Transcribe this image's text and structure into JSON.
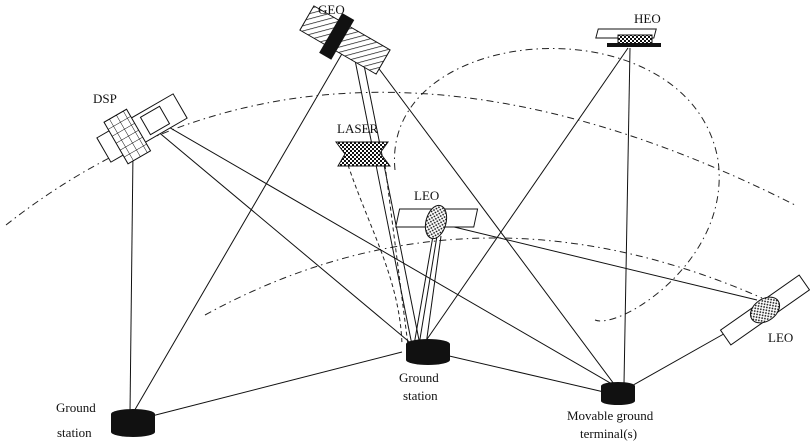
{
  "labels": {
    "geo": "GEO",
    "heo": "HEO",
    "dsp": "DSP",
    "laser": "LASER",
    "leo_center": "LEO",
    "leo_right": "LEO",
    "ground_left_1": "Ground",
    "ground_left_2": "station",
    "ground_center_1": "Ground",
    "ground_center_2": "station",
    "movable_1": "Movable ground",
    "movable_2": "terminal(s)"
  }
}
